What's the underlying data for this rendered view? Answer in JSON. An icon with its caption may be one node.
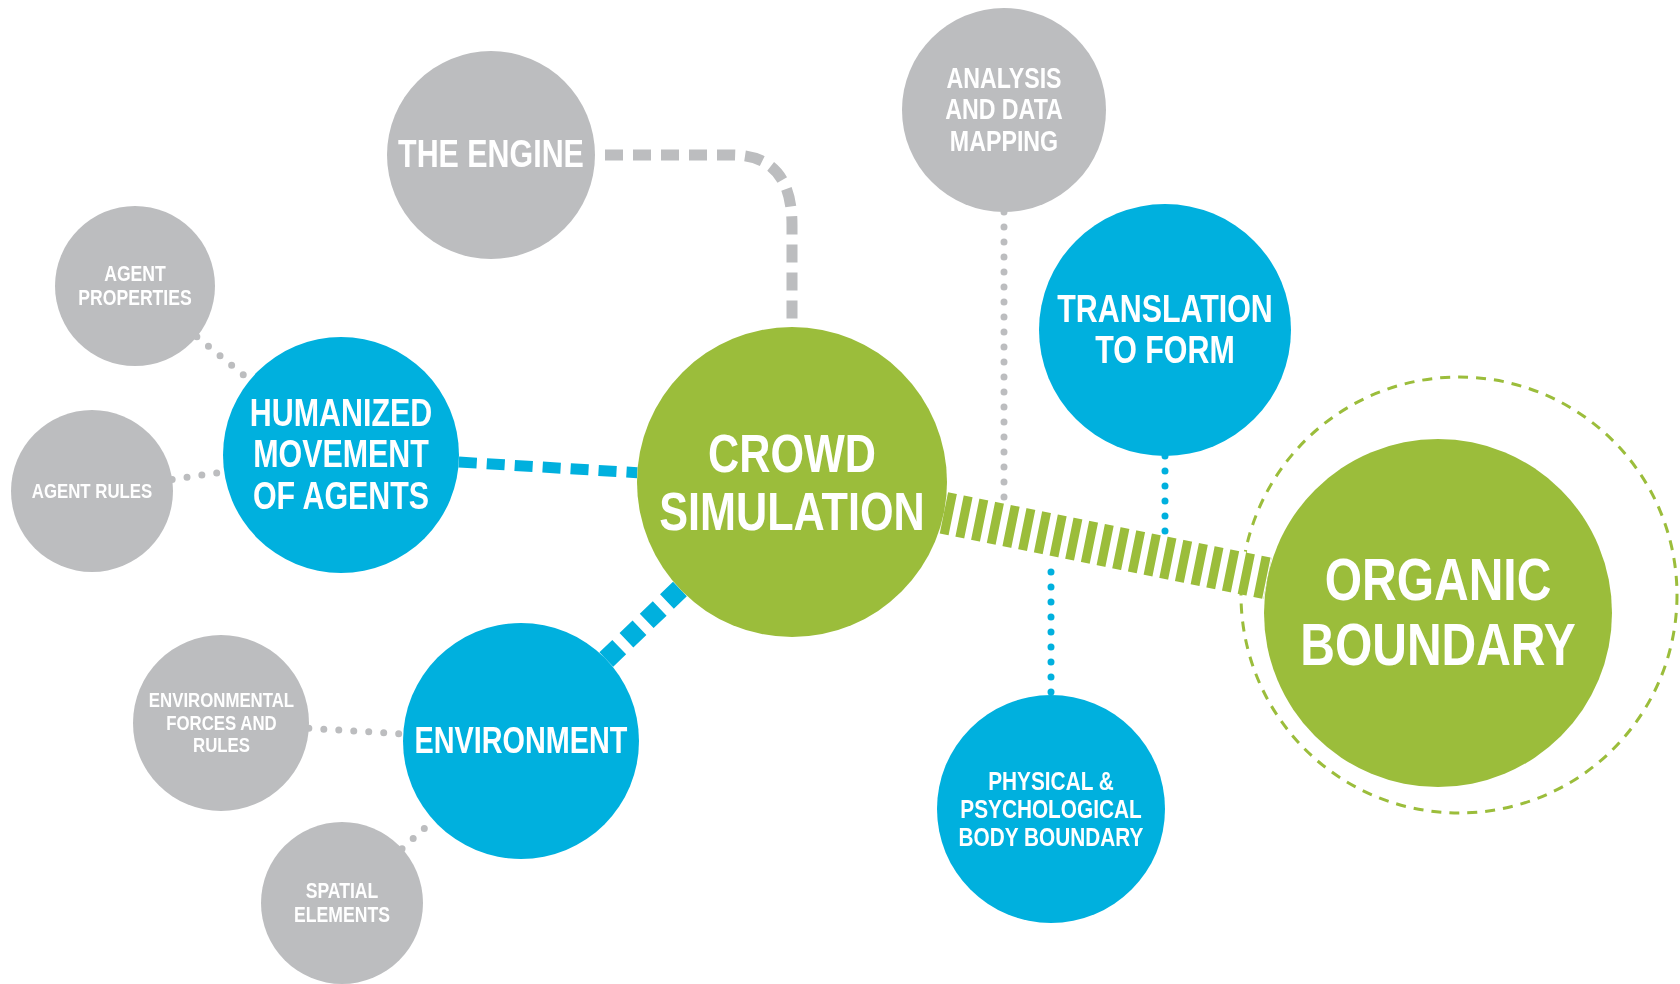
{
  "diagram": {
    "nodes": [
      {
        "text": [
          "THE ENGINE"
        ]
      },
      {
        "text": [
          "ANALYSIS AND DATA MAPPING"
        ]
      },
      {
        "text": [
          "AGENT PROPERTIES"
        ]
      },
      {
        "text": [
          "HUMANIZED MOVEMENT OF AGENTS"
        ]
      },
      {
        "text": [
          "AGENT RULES"
        ]
      },
      {
        "text": [
          "CROWD SIMULATION"
        ]
      },
      {
        "text": [
          "TRANSLATION TO FORM"
        ]
      },
      {
        "text": [
          "ORGANIC BOUNDARY"
        ]
      },
      {
        "text": [
          "ENVIRONMENTAL FORCES AND RULES"
        ]
      },
      {
        "text": [
          "ENVIRONMENT"
        ]
      },
      {
        "text": [
          "PHYSICAL & PSYCHOLOGICAL BODY BOUNDARY"
        ]
      },
      {
        "text": [
          "SPATIAL ELEMENTS"
        ]
      }
    ],
    "edges": [
      {
        "from": 0,
        "to": 5,
        "arrow": "none",
        "style": "dashed"
      },
      {
        "from": 2,
        "to": 3,
        "arrow": "none",
        "style": "dashed"
      },
      {
        "from": 4,
        "to": 3,
        "arrow": "none",
        "style": "dashed"
      },
      {
        "from": 3,
        "to": 5,
        "arrow": "none",
        "style": "dashed",
        "color": "#00b0de"
      },
      {
        "from": 5,
        "to": 9,
        "arrow": "none",
        "style": "dashed",
        "color": "#00b0de"
      },
      {
        "from": 8,
        "to": 9,
        "arrow": "none",
        "style": "dashed"
      },
      {
        "from": 11,
        "to": 9,
        "arrow": "none",
        "style": "dashed"
      },
      {
        "from": 5,
        "to": 7,
        "arrow": "none",
        "style": "thick",
        "color": "#9bbd3b"
      },
      {
        "from": 1,
        "to": null,
        "arrow": "none",
        "style": "dashed"
      },
      {
        "from": 6,
        "to": null,
        "arrow": "none",
        "style": "dashed",
        "color": "#00b0de"
      },
      {
        "from": null,
        "to": 10,
        "arrow": "none",
        "style": "dashed",
        "color": "#00b0de"
      }
    ]
  }
}
